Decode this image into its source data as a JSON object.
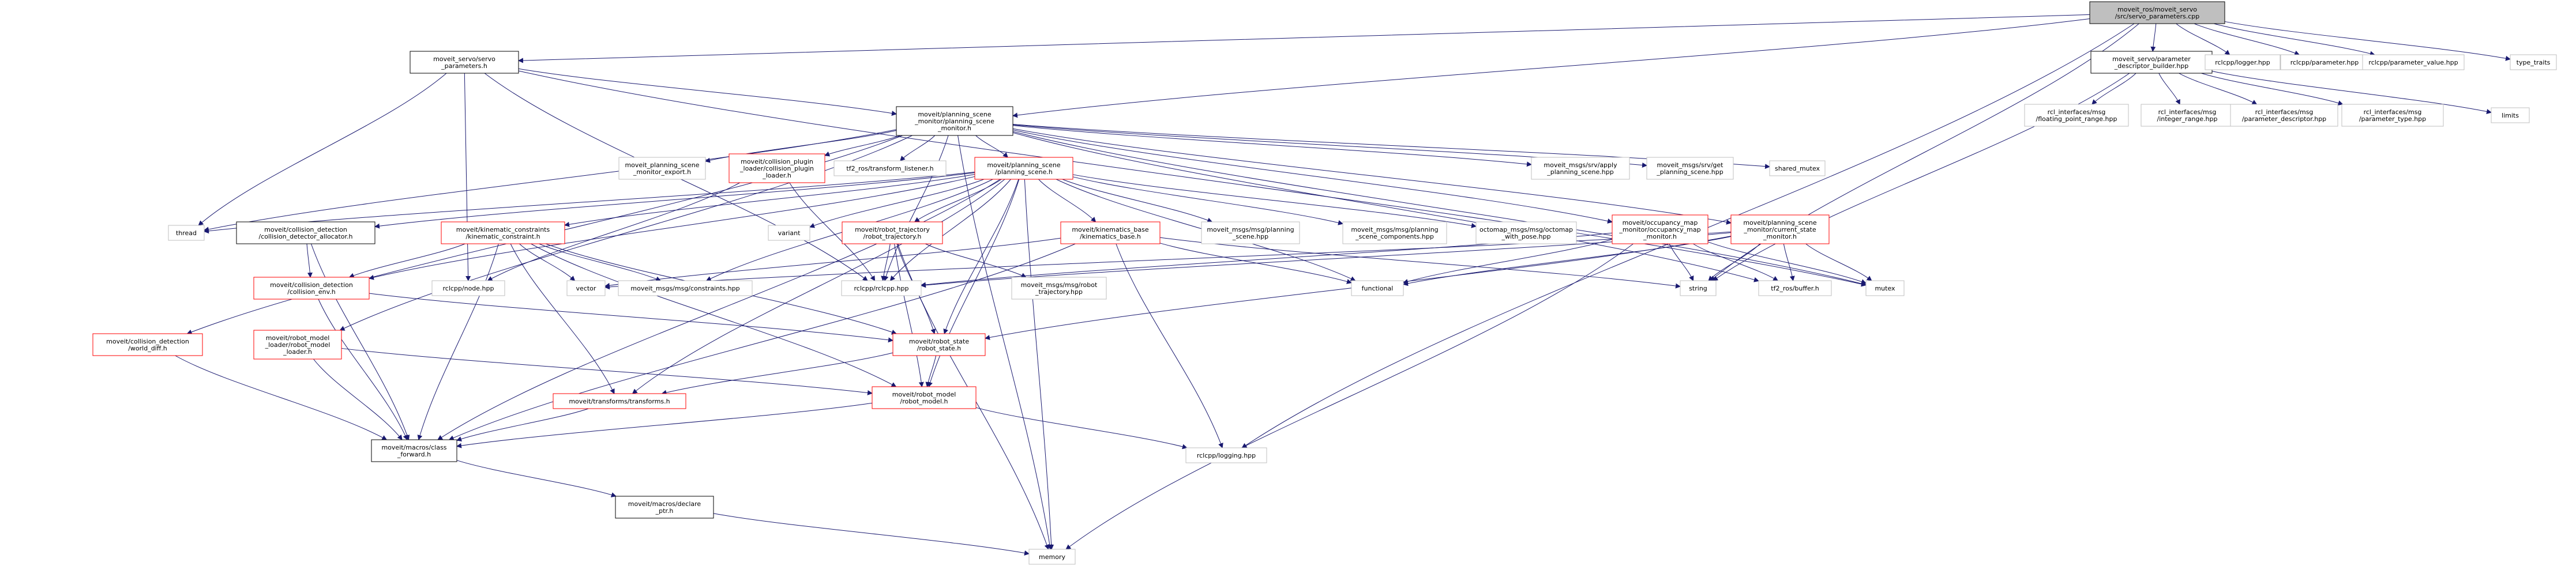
{
  "graph": {
    "root_fill": "#bfbfbf",
    "edge_color": "#191970",
    "red_border": "#ff0000",
    "black_border": "#000000",
    "gray_border": "#bfbfbf",
    "nodes": [
      {
        "id": "root",
        "lines": [
          "moveit_ros/moveit_servo",
          "/src/servo_parameters.cpp"
        ],
        "style": "root"
      },
      {
        "id": "servo_params",
        "lines": [
          "moveit_servo/servo",
          "_parameters.h"
        ],
        "style": "black"
      },
      {
        "id": "param_builder",
        "lines": [
          "moveit_servo/parameter",
          "_descriptor_builder.hpp"
        ],
        "style": "black"
      },
      {
        "id": "rclcpp_logger",
        "lines": [
          "rclcpp/logger.hpp"
        ],
        "style": "gray"
      },
      {
        "id": "rclcpp_parameter",
        "lines": [
          "rclcpp/parameter.hpp"
        ],
        "style": "gray"
      },
      {
        "id": "rclcpp_param_value",
        "lines": [
          "rclcpp/parameter_value.hpp"
        ],
        "style": "gray"
      },
      {
        "id": "type_traits",
        "lines": [
          "type_traits"
        ],
        "style": "gray"
      },
      {
        "id": "psm",
        "lines": [
          "moveit/planning_scene",
          "_monitor/planning_scene",
          "_monitor.h"
        ],
        "style": "black"
      },
      {
        "id": "fp_range",
        "lines": [
          "rcl_interfaces/msg",
          "/floating_point_range.hpp"
        ],
        "style": "gray"
      },
      {
        "id": "int_range",
        "lines": [
          "rcl_interfaces/msg",
          "/integer_range.hpp"
        ],
        "style": "gray"
      },
      {
        "id": "param_desc",
        "lines": [
          "rcl_interfaces/msg",
          "/parameter_descriptor.hpp"
        ],
        "style": "gray"
      },
      {
        "id": "param_type",
        "lines": [
          "rcl_interfaces/msg",
          "/parameter_type.hpp"
        ],
        "style": "gray"
      },
      {
        "id": "limits",
        "lines": [
          "limits"
        ],
        "style": "gray"
      },
      {
        "id": "psm_export",
        "lines": [
          "moveit_planning_scene",
          "_monitor_export.h"
        ],
        "style": "gray"
      },
      {
        "id": "coll_plugin",
        "lines": [
          "moveit/collision_plugin",
          "_loader/collision_plugin",
          "_loader.h"
        ],
        "style": "red"
      },
      {
        "id": "tf2_listener",
        "lines": [
          "tf2_ros/transform_listener.h"
        ],
        "style": "gray"
      },
      {
        "id": "ps",
        "lines": [
          "moveit/planning_scene",
          "/planning_scene.h"
        ],
        "style": "red"
      },
      {
        "id": "apply_ps",
        "lines": [
          "moveit_msgs/srv/apply",
          "_planning_scene.hpp"
        ],
        "style": "gray"
      },
      {
        "id": "get_ps",
        "lines": [
          "moveit_msgs/srv/get",
          "_planning_scene.hpp"
        ],
        "style": "gray"
      },
      {
        "id": "shared_mutex",
        "lines": [
          "shared_mutex"
        ],
        "style": "gray"
      },
      {
        "id": "thread",
        "lines": [
          "thread"
        ],
        "style": "gray"
      },
      {
        "id": "cd_alloc",
        "lines": [
          "moveit/collision_detection",
          "/collision_detector_allocator.h"
        ],
        "style": "black"
      },
      {
        "id": "kin_constraint",
        "lines": [
          "moveit/kinematic_constraints",
          "/kinematic_constraint.h"
        ],
        "style": "red"
      },
      {
        "id": "variant",
        "lines": [
          "variant"
        ],
        "style": "gray"
      },
      {
        "id": "robot_traj",
        "lines": [
          "moveit/robot_trajectory",
          "/robot_trajectory.h"
        ],
        "style": "red"
      },
      {
        "id": "kin_base",
        "lines": [
          "moveit/kinematics_base",
          "/kinematics_base.h"
        ],
        "style": "red"
      },
      {
        "id": "msg_ps",
        "lines": [
          "moveit_msgs/msg/planning",
          "_scene.hpp"
        ],
        "style": "gray"
      },
      {
        "id": "msg_ps_comp",
        "lines": [
          "moveit_msgs/msg/planning",
          "_scene_components.hpp"
        ],
        "style": "gray"
      },
      {
        "id": "octomap",
        "lines": [
          "octomap_msgs/msg/octomap",
          "_with_pose.hpp"
        ],
        "style": "gray"
      },
      {
        "id": "occ_map",
        "lines": [
          "moveit/occupancy_map",
          "_monitor/occupancy_map",
          "_monitor.h"
        ],
        "style": "red"
      },
      {
        "id": "csm",
        "lines": [
          "moveit/planning_scene",
          "_monitor/current_state",
          "_monitor.h"
        ],
        "style": "red"
      },
      {
        "id": "coll_env",
        "lines": [
          "moveit/collision_detection",
          "/collision_env.h"
        ],
        "style": "red"
      },
      {
        "id": "node_hpp",
        "lines": [
          "rclcpp/node.hpp"
        ],
        "style": "gray"
      },
      {
        "id": "vector",
        "lines": [
          "vector"
        ],
        "style": "gray"
      },
      {
        "id": "constraints",
        "lines": [
          "moveit_msgs/msg/constraints.hpp"
        ],
        "style": "gray"
      },
      {
        "id": "rclcpp_hpp",
        "lines": [
          "rclcpp/rclcpp.hpp"
        ],
        "style": "gray"
      },
      {
        "id": "msg_robot_traj",
        "lines": [
          "moveit_msgs/msg/robot",
          "_trajectory.hpp"
        ],
        "style": "gray"
      },
      {
        "id": "functional",
        "lines": [
          "functional"
        ],
        "style": "gray"
      },
      {
        "id": "string",
        "lines": [
          "string"
        ],
        "style": "gray"
      },
      {
        "id": "tf2_buffer",
        "lines": [
          "tf2_ros/buffer.h"
        ],
        "style": "gray"
      },
      {
        "id": "mutex",
        "lines": [
          "mutex"
        ],
        "style": "gray"
      },
      {
        "id": "world_diff",
        "lines": [
          "moveit/collision_detection",
          "/world_diff.h"
        ],
        "style": "red"
      },
      {
        "id": "rm_loader",
        "lines": [
          "moveit/robot_model",
          "_loader/robot_model",
          "_loader.h"
        ],
        "style": "red"
      },
      {
        "id": "robot_state",
        "lines": [
          "moveit/robot_state",
          "/robot_state.h"
        ],
        "style": "red"
      },
      {
        "id": "transforms",
        "lines": [
          "moveit/transforms/transforms.h"
        ],
        "style": "red"
      },
      {
        "id": "robot_model",
        "lines": [
          "moveit/robot_model",
          "/robot_model.h"
        ],
        "style": "red"
      },
      {
        "id": "class_fwd",
        "lines": [
          "moveit/macros/class",
          "_forward.h"
        ],
        "style": "black"
      },
      {
        "id": "logging",
        "lines": [
          "rclcpp/logging.hpp"
        ],
        "style": "gray"
      },
      {
        "id": "declare_ptr",
        "lines": [
          "moveit/macros/declare",
          "_ptr.h"
        ],
        "style": "black"
      },
      {
        "id": "memory",
        "lines": [
          "memory"
        ],
        "style": "gray"
      }
    ]
  }
}
